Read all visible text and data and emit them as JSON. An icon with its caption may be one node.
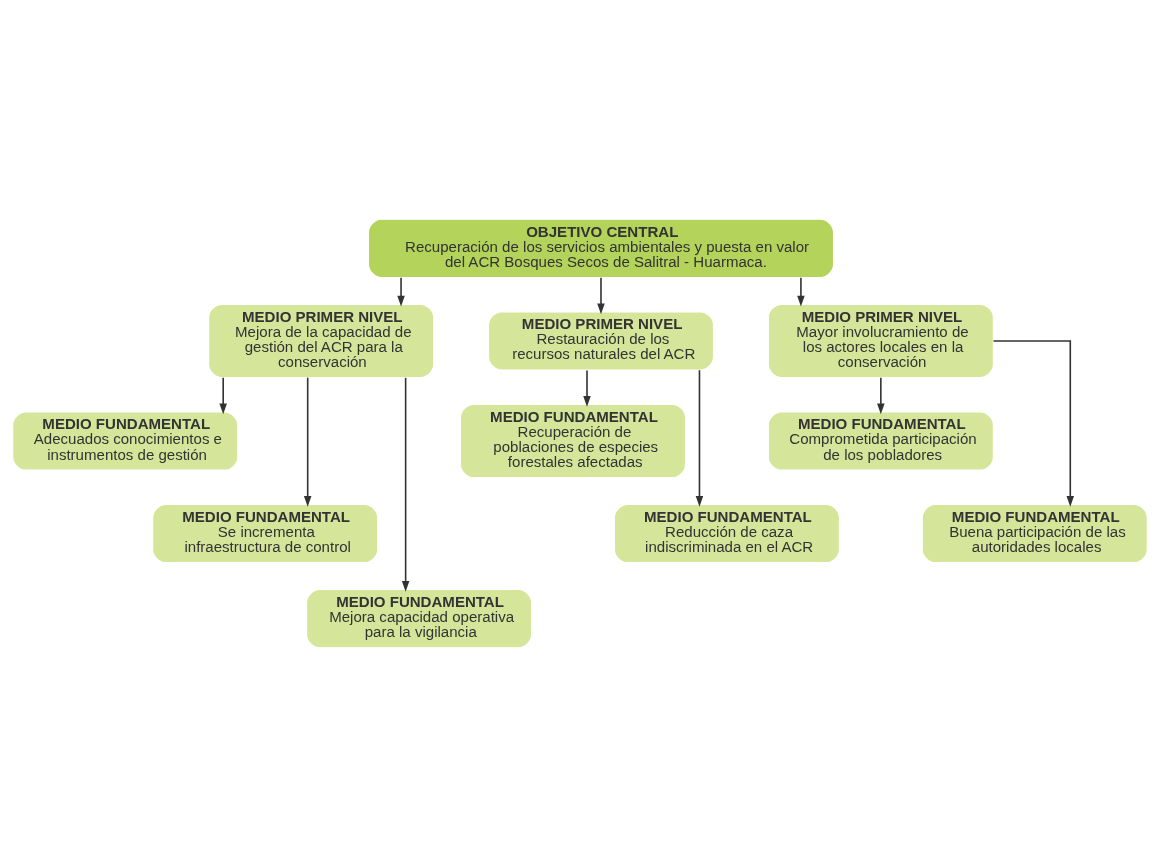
{
  "diagram": {
    "nodes": [
      {
        "text": [
          "OBJETIVO CENTRAL",
          "Recuperación de los servicios ambientales y puesta en valor del ACR Bosques Secos de Salitral - Huarmaca."
        ]
      },
      {
        "text": [
          "MEDIO PRIMER NIVEL",
          "Mejora de la capacidad de gestión del ACR para la conservación"
        ]
      },
      {
        "text": [
          "MEDIO PRIMER NIVEL",
          "Restauración de los recursos naturales del ACR"
        ]
      },
      {
        "text": [
          "MEDIO PRIMER NIVEL",
          "Mayor involucramiento de los actores locales en la conservación"
        ]
      },
      {
        "text": [
          "MEDIO FUNDAMENTAL",
          "Adecuados conocimientos e instrumentos de gestión"
        ]
      },
      {
        "text": [
          "MEDIO FUNDAMENTAL",
          "Se incrementa infraestructura de control"
        ]
      },
      {
        "text": [
          "MEDIO FUNDAMENTAL",
          "Mejora capacidad operativa para la vigilancia"
        ]
      },
      {
        "text": [
          "MEDIO FUNDAMENTAL",
          "Recuperación de poblaciones de especies forestales afectadas"
        ]
      },
      {
        "text": [
          "MEDIO FUNDAMENTAL",
          "Reducción de caza indiscriminada en el ACR"
        ]
      },
      {
        "text": [
          "MEDIO FUNDAMENTAL",
          "Comprometida participación de los pobladores"
        ]
      },
      {
        "text": [
          "MEDIO FUNDAMENTAL",
          "Buena participación de las autoridades locales"
        ]
      }
    ],
    "edges": [
      {
        "from": 0,
        "to": 1,
        "arrow": "to"
      },
      {
        "from": 0,
        "to": 2,
        "arrow": "to"
      },
      {
        "from": 0,
        "to": 3,
        "arrow": "to"
      },
      {
        "from": 1,
        "to": 4,
        "arrow": "to"
      },
      {
        "from": 1,
        "to": 5,
        "arrow": "to"
      },
      {
        "from": 1,
        "to": 6,
        "arrow": "to"
      },
      {
        "from": 2,
        "to": 7,
        "arrow": "to"
      },
      {
        "from": 2,
        "to": 8,
        "arrow": "to"
      },
      {
        "from": 3,
        "to": 9,
        "arrow": "to"
      },
      {
        "from": 3,
        "to": 10,
        "arrow": "to"
      }
    ]
  }
}
